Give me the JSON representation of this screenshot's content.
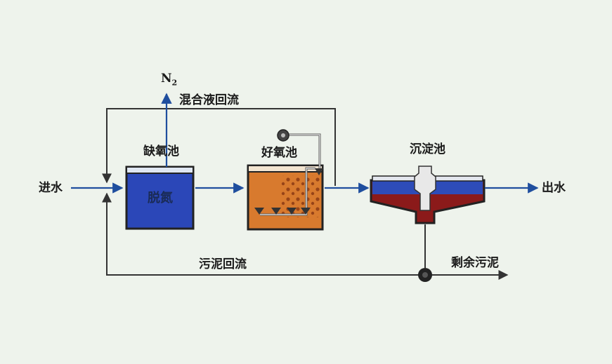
{
  "labels": {
    "inflow": "进水",
    "outflow": "出水",
    "anoxic_tank": "缺氧池",
    "anoxic_inside": "脱氮",
    "aerobic_tank": "好氧池",
    "clarifier": "沉淀池",
    "mixed_liquor_return": "混合液回流",
    "sludge_return": "污泥回流",
    "excess_sludge": "剩余污泥",
    "n2_main": "N",
    "n2_sub": "2"
  },
  "colors": {
    "background": "#eef3ec",
    "line": "#333333",
    "arrow_blue": "#1f4e9e",
    "anoxic_water": "#2b47b8",
    "aerobic_water": "#d87a2e",
    "sludge_red": "#8b1a1a"
  }
}
